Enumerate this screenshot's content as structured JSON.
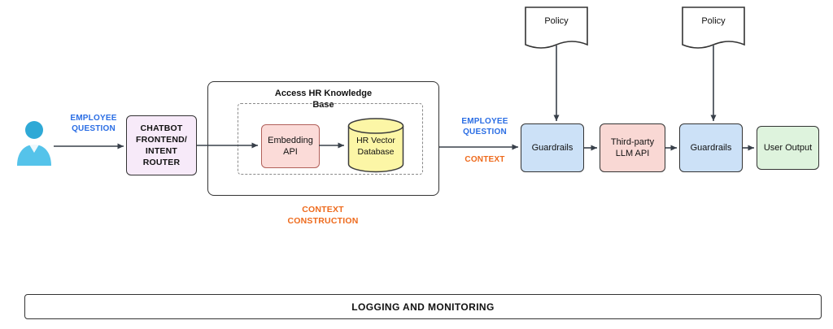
{
  "flow_labels": {
    "employee_question_in": "EMPLOYEE\nQUESTION",
    "employee_question_out": "EMPLOYEE\nQUESTION",
    "context": "CONTEXT",
    "context_construction": "CONTEXT\nCONSTRUCTION"
  },
  "nodes": {
    "chatbot_router": {
      "label": "CHATBOT\nFRONTEND/\nINTENT\nROUTER",
      "fill": "#f7eaf9"
    },
    "knowledge_base": {
      "title": "Access HR Knowledge\nBase",
      "fill": "#ffffff"
    },
    "embedding_api": {
      "label": "Embedding\nAPI",
      "fill": "#fbdbd8",
      "border": "#b1605a"
    },
    "hr_vector_db": {
      "label": "HR Vector\nDatabase",
      "fill": "#fcf6a6",
      "border": "#3c3c3c"
    },
    "guardrails_in": {
      "label": "Guardrails",
      "fill": "#cce1f7"
    },
    "third_party_llm": {
      "label": "Third-party\nLLM API",
      "fill": "#f9d8d4"
    },
    "guardrails_out": {
      "label": "Guardrails",
      "fill": "#cce1f7"
    },
    "user_output": {
      "label": "User Output",
      "fill": "#def3dd"
    },
    "policy_in": {
      "label": "Policy"
    },
    "policy_out": {
      "label": "Policy"
    },
    "logging_bar": {
      "label": "LOGGING AND MONITORING"
    }
  },
  "colors": {
    "flow_blue": "#2a6de4",
    "flow_orange": "#ee6a1c",
    "connector": "#38404a",
    "user_icon_head": "#2fa9d6",
    "user_icon_body": "#55c3ea"
  }
}
